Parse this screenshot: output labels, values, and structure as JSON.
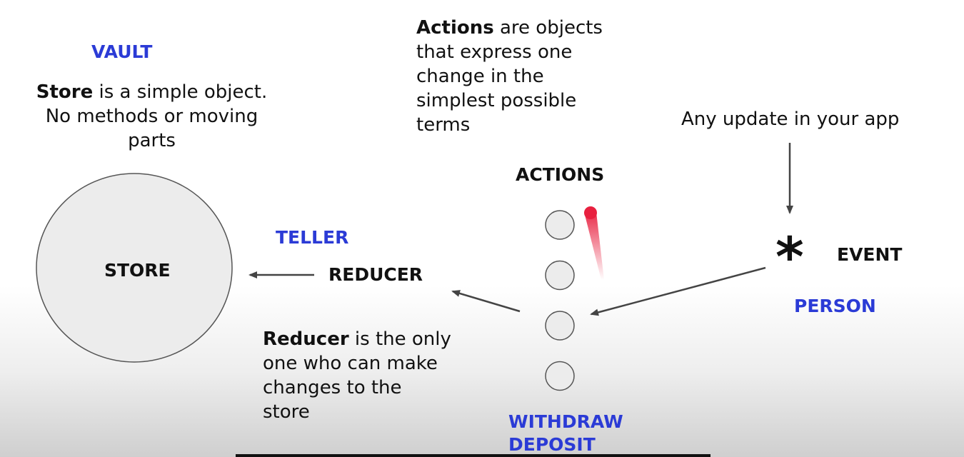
{
  "store_section": {
    "tag": "VAULT",
    "desc_bold": "Store",
    "desc_rest": " is a simple object.",
    "desc_line2": "No methods or moving",
    "desc_line3": "parts",
    "node_label": "STORE"
  },
  "reducer_section": {
    "tag": "TELLER",
    "node_label": "REDUCER",
    "desc_bold": "Reducer",
    "desc_line1_rest": " is the only",
    "desc_line2": "one who can make",
    "desc_line3": "changes to the",
    "desc_line4": "store"
  },
  "actions_section": {
    "desc_bold": "Actions",
    "desc_line1_rest": " are objects",
    "desc_line2": "that express one",
    "desc_line3": "change in the",
    "desc_line4": "simplest possible",
    "desc_line5": "terms",
    "node_label": "ACTIONS",
    "tag_line1": "WITHDRAW",
    "tag_line2": "DEPOSIT",
    "action_count": 4
  },
  "event_section": {
    "desc": "Any update in your app",
    "symbol": "*",
    "node_label": "EVENT",
    "tag": "PERSON"
  },
  "colors": {
    "tag_blue": "#2b3bd6",
    "circle_fill": "#ececec",
    "circle_stroke": "#555555",
    "pointer_red": "#e8203f"
  }
}
